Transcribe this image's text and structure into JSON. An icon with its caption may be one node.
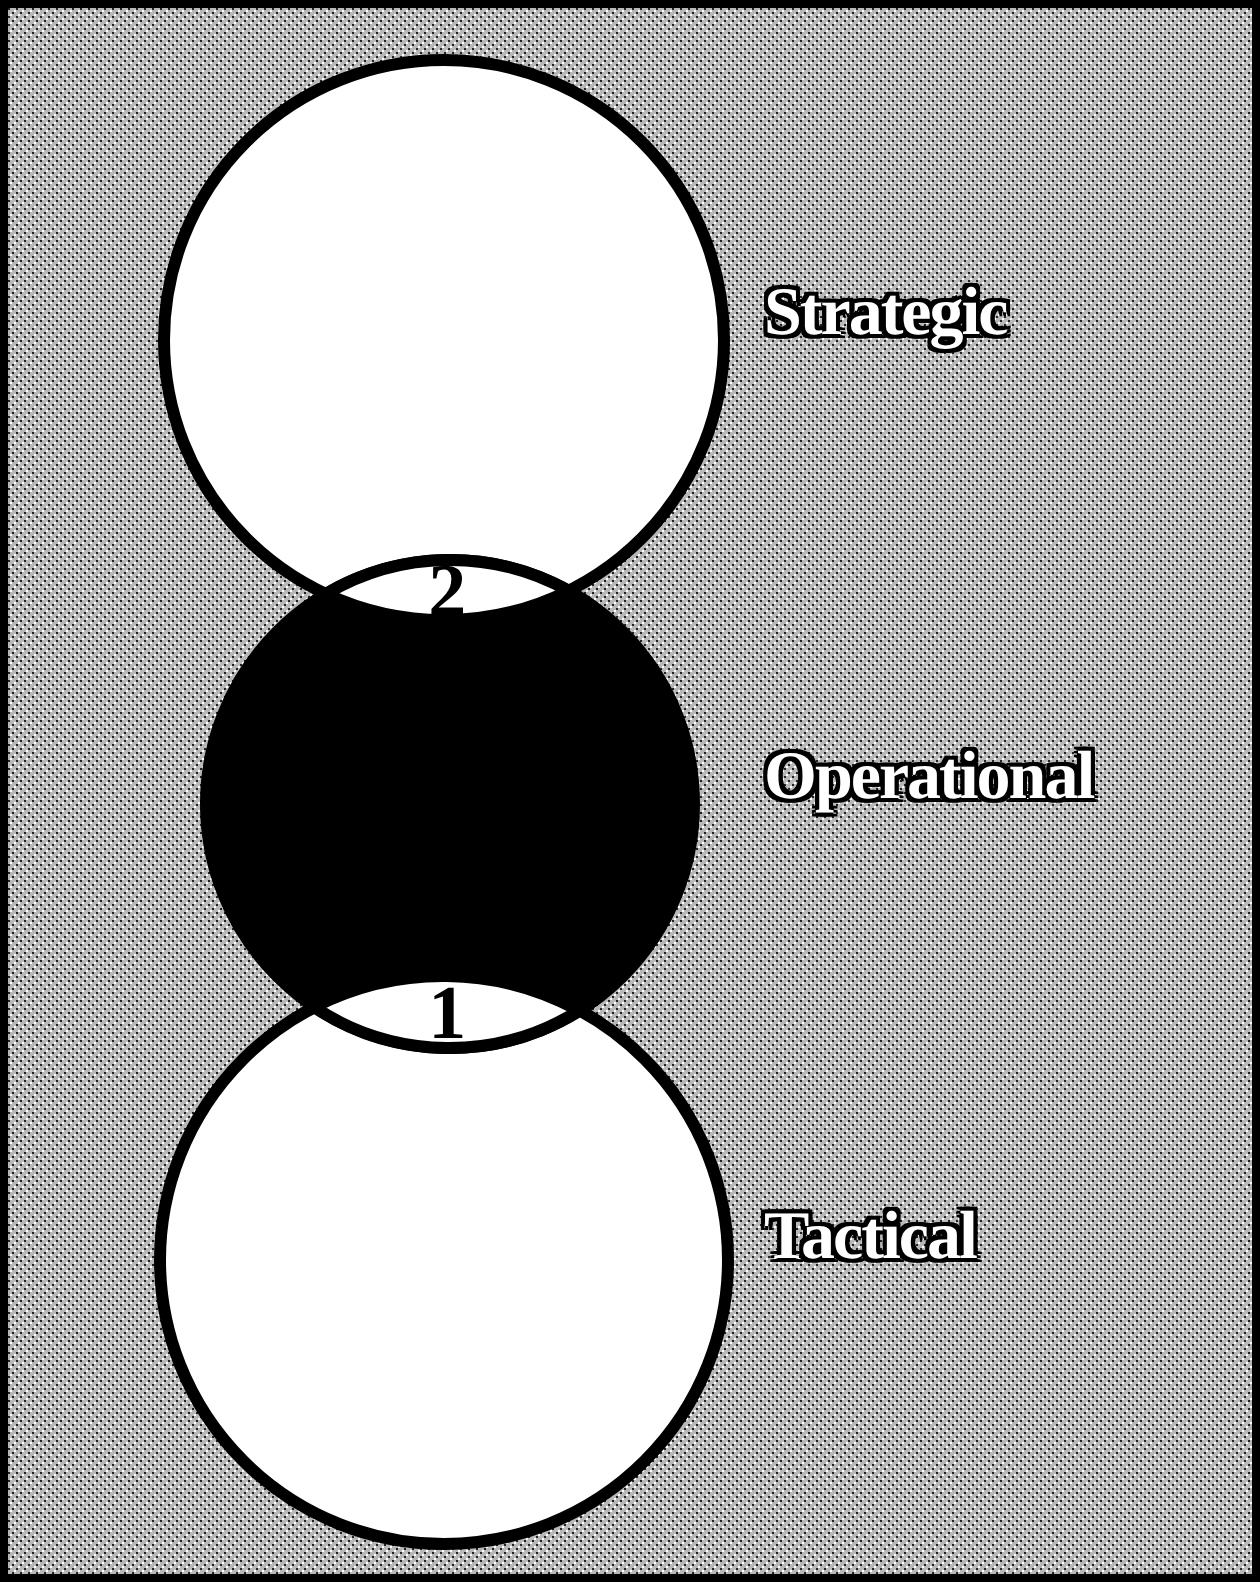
{
  "diagram": {
    "nodes": [
      {
        "text": [
          "Strategic"
        ]
      },
      {
        "text": [
          "Operational"
        ]
      },
      {
        "text": [
          "Tactical"
        ]
      },
      {
        "text": [
          "2"
        ]
      },
      {
        "text": [
          "1"
        ]
      }
    ]
  }
}
